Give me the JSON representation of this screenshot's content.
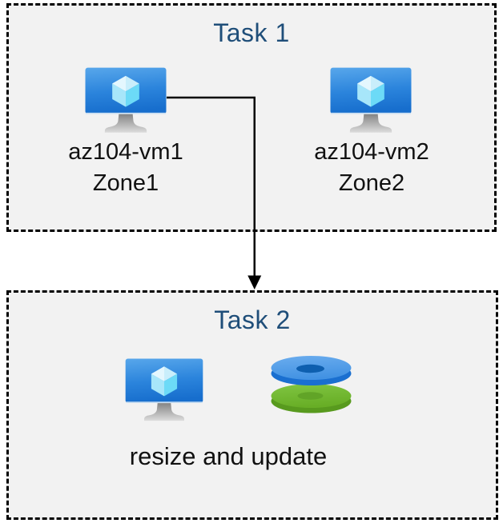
{
  "diagram": {
    "background": "#ffffff",
    "box_fill": "#f2f2f2",
    "box_border_color": "#000000",
    "title_color": "#1f4e79",
    "text_color": "#111111"
  },
  "task1": {
    "title": "Task 1",
    "vms": [
      {
        "name": "az104-vm1",
        "zone": "Zone1",
        "icon": "azure-virtual-machine-icon"
      },
      {
        "name": "az104-vm2",
        "zone": "Zone2",
        "icon": "azure-virtual-machine-icon"
      }
    ]
  },
  "task2": {
    "title": "Task 2",
    "caption": "resize and update",
    "icons": [
      "azure-virtual-machine-icon",
      "azure-disks-icon"
    ]
  },
  "connector": {
    "type": "elbow-arrow-down",
    "from": "az104-vm1",
    "to": "Task 2"
  },
  "icon_colors": {
    "vm_screen_top": "#55a4ea",
    "vm_screen_bottom": "#176ecd",
    "vm_cube_top": "#d9f3fd",
    "vm_cube_left": "#a7e6fa",
    "vm_cube_right": "#6cdaf7",
    "disk_blue_top": "#549ee8",
    "disk_blue_side": "#1a6fd0",
    "disk_blue_hole": "#0e5faf",
    "disk_green_top": "#72b92c",
    "disk_green_side": "#589a1e",
    "disk_green_hole": "#61a427"
  }
}
